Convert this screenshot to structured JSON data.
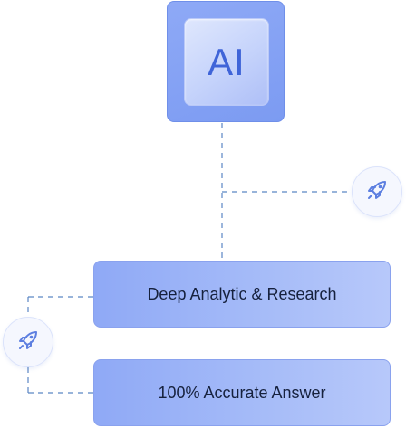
{
  "chip": {
    "label": "AI"
  },
  "steps": [
    {
      "label": "Deep Analytic & Research"
    },
    {
      "label": "100% Accurate Answer"
    }
  ],
  "icons": {
    "badge_icon": "rocket-icon"
  },
  "colors": {
    "accent": "#3f64d8",
    "box_fill": "#9db3f7",
    "connector": "#5b86c4"
  }
}
